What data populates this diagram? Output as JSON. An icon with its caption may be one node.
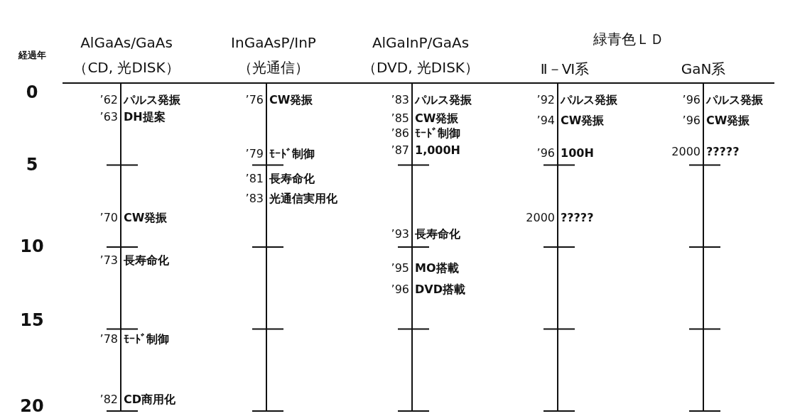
{
  "diagram": {
    "labels": [
      "経過年",
      "0",
      "5",
      "10",
      "15",
      "20",
      "AlGaAs/GaAs",
      "（CD, 光DISK）",
      "InGaAsP/InP",
      "（光通信）",
      "AlGaInP/GaAs",
      "（DVD, 光DISK）",
      "緑青色ＬＤ",
      "Ⅱ－Ⅵ系",
      "GaN系",
      "’62",
      "パルス発振",
      "’63",
      "DH提案",
      "’70",
      "CW発振",
      "’73",
      "長寿命化",
      "’78",
      "ﾓｰﾄﾞ制御",
      "’82",
      "CD商用化",
      "’76",
      "CW発振",
      "’79",
      "ﾓｰﾄﾞ制御",
      "’81",
      "長寿命化",
      "’83",
      "光通信実用化",
      "’83",
      "パルス発振",
      "’85",
      "CW発振",
      "’86",
      "ﾓｰﾄﾞ制御",
      "’87",
      "1,000H",
      "’93",
      "長寿命化",
      "’95",
      "MO搭載",
      "’96",
      "DVD搭載",
      "’92",
      "パルス発振",
      "’94",
      "CW発振",
      "’96",
      "100H",
      "2000",
      "?????",
      "’96",
      "パルス発振",
      "’96",
      "CW発振",
      "2000",
      "?????"
    ]
  }
}
